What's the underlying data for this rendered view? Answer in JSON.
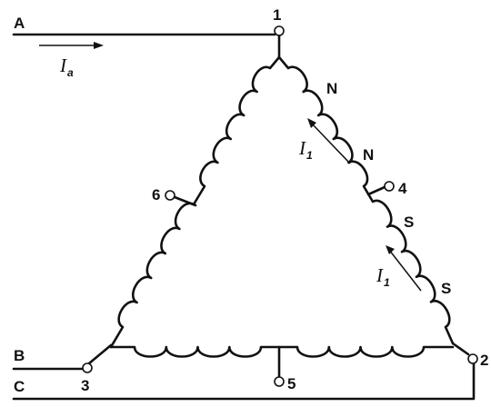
{
  "lines": {
    "A": "A",
    "B": "B",
    "C": "C"
  },
  "terminals": {
    "t1": "1",
    "t2": "2",
    "t3": "3",
    "t4": "4",
    "t5": "5",
    "t6": "6"
  },
  "poles": {
    "n_upper": "N",
    "n_lower": "N",
    "s_upper": "S",
    "s_lower": "S"
  },
  "currents": {
    "line_current": {
      "symbol": "I",
      "subscript": "a"
    },
    "phase_current_upper": {
      "symbol": "I",
      "subscript": "1"
    },
    "phase_current_lower": {
      "symbol": "I",
      "subscript": "1"
    }
  }
}
